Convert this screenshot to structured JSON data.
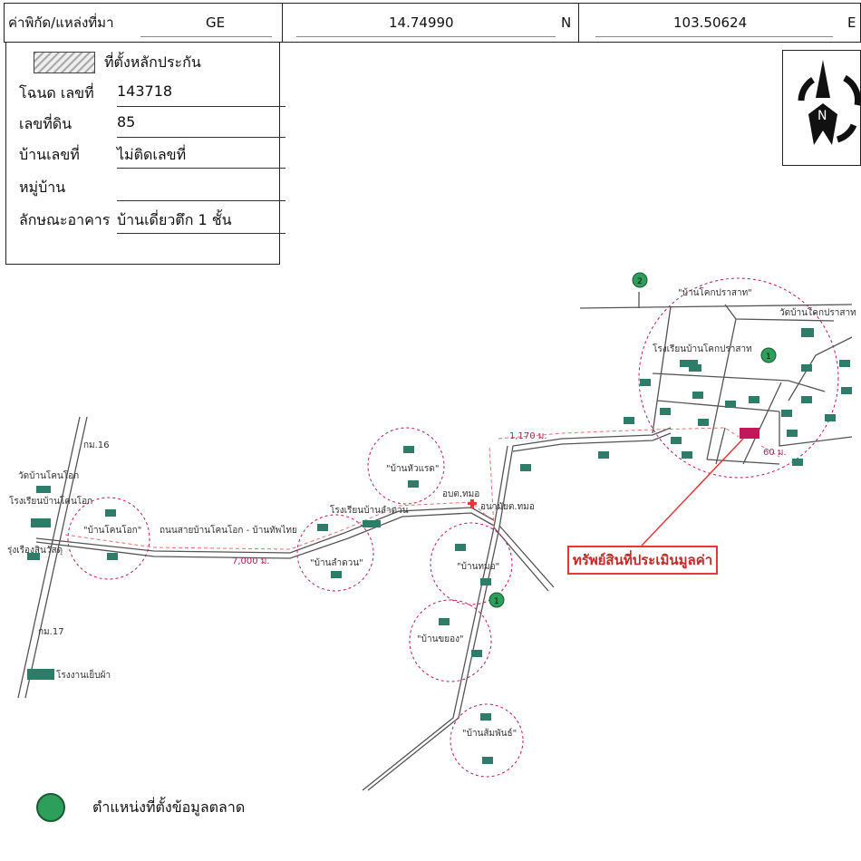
{
  "header": {
    "coord_label": "ค่าพิกัด/แหล่งที่มา",
    "source": "GE",
    "lat": "14.74990",
    "lat_dir": "N",
    "lon": "103.50624",
    "lon_dir": "E"
  },
  "info": {
    "legend_label": "ที่ตั้งหลักประกัน",
    "rows": [
      {
        "label": "โฉนด เลขที่",
        "value": "143718"
      },
      {
        "label": "เลขที่ดิน",
        "value": "85"
      },
      {
        "label": "บ้านเลขที่",
        "value": "ไม่ติดเลขที่"
      },
      {
        "label": "หมู่บ้าน",
        "value": ""
      },
      {
        "label": "ลักษณะอาคาร",
        "value": "บ้านเดี่ยวตึก 1 ชั้น"
      }
    ]
  },
  "compass": {
    "letter": "N"
  },
  "map": {
    "villages": [
      "\"บ้านโคกปราสาท\"",
      "\"บ้านหัวแรด\"",
      "\"บ้านโคนโอก\"",
      "\"บ้านลำดวน\"",
      "\"บ้านทมอ\"",
      "\"บ้านขยอง\"",
      "\"บ้านส้มพันธ์\""
    ],
    "places": [
      "วัดบ้านโคกปราสาท",
      "โรงเรียนบ้านโคกปราสาท",
      "วัดบ้านโคนโอก",
      "โรงเรียนบ้านโคนโอก",
      "โรงเรียนบ้านลำดวน",
      "อบต.ทมอ",
      "อนามัยต.ทมอ",
      "โรงงานเย็บผ้า",
      "กม.16",
      "กม.17",
      "รุ่งเรืองสินวัสดุ"
    ],
    "road_label": "ถนนสายบ้านโคนโอก - บ้านทัพไทย",
    "distances": [
      "1,170 ม.",
      "7,000 ม.",
      "60 ม."
    ],
    "market_markers": [
      "1",
      "2",
      "1"
    ]
  },
  "callout": "ทรัพย์สินที่ประเมินมูลค่า",
  "bottom_legend": "ตำแหน่งที่ตั้งข้อมูลตลาด",
  "colors": {
    "marker": "#2e9e5b",
    "property": "#c2185b",
    "callout_border": "#e53935",
    "route": "#e57373"
  }
}
